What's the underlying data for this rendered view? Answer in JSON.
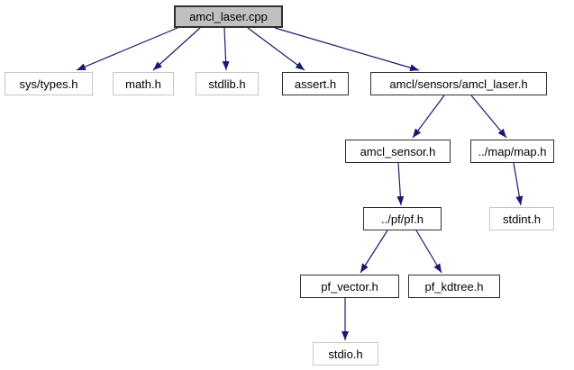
{
  "graph": {
    "type": "include-dependency-graph",
    "colors": {
      "edge": "#191970",
      "root_fill": "#c0c0c0",
      "node_fill": "#ffffff",
      "linked_border": "#303030",
      "plain_border": "#c6c6c6",
      "text": "#000000",
      "background": "#ffffff"
    },
    "nodes": [
      {
        "id": "amcl_laser_cpp",
        "label": "amcl_laser.cpp",
        "type": "root"
      },
      {
        "id": "sys_types_h",
        "label": "sys/types.h",
        "type": "plain"
      },
      {
        "id": "math_h",
        "label": "math.h",
        "type": "plain"
      },
      {
        "id": "stdlib_h",
        "label": "stdlib.h",
        "type": "plain"
      },
      {
        "id": "assert_h",
        "label": "assert.h",
        "type": "linked"
      },
      {
        "id": "amcl_sensors_amcl_laser_h",
        "label": "amcl/sensors/amcl_laser.h",
        "type": "linked"
      },
      {
        "id": "amcl_sensor_h",
        "label": "amcl_sensor.h",
        "type": "linked"
      },
      {
        "id": "map_map_h",
        "label": "../map/map.h",
        "type": "linked"
      },
      {
        "id": "pf_pf_h",
        "label": "../pf/pf.h",
        "type": "linked"
      },
      {
        "id": "stdint_h",
        "label": "stdint.h",
        "type": "plain"
      },
      {
        "id": "pf_vector_h",
        "label": "pf_vector.h",
        "type": "linked"
      },
      {
        "id": "pf_kdtree_h",
        "label": "pf_kdtree.h",
        "type": "linked"
      },
      {
        "id": "stdio_h",
        "label": "stdio.h",
        "type": "plain"
      }
    ],
    "edges": [
      {
        "from": "amcl_laser_cpp",
        "to": "sys_types_h"
      },
      {
        "from": "amcl_laser_cpp",
        "to": "math_h"
      },
      {
        "from": "amcl_laser_cpp",
        "to": "stdlib_h"
      },
      {
        "from": "amcl_laser_cpp",
        "to": "assert_h"
      },
      {
        "from": "amcl_laser_cpp",
        "to": "amcl_sensors_amcl_laser_h"
      },
      {
        "from": "amcl_sensors_amcl_laser_h",
        "to": "amcl_sensor_h"
      },
      {
        "from": "amcl_sensors_amcl_laser_h",
        "to": "map_map_h"
      },
      {
        "from": "amcl_sensor_h",
        "to": "pf_pf_h"
      },
      {
        "from": "map_map_h",
        "to": "stdint_h"
      },
      {
        "from": "pf_pf_h",
        "to": "pf_vector_h"
      },
      {
        "from": "pf_pf_h",
        "to": "pf_kdtree_h"
      },
      {
        "from": "pf_vector_h",
        "to": "stdio_h"
      }
    ]
  }
}
